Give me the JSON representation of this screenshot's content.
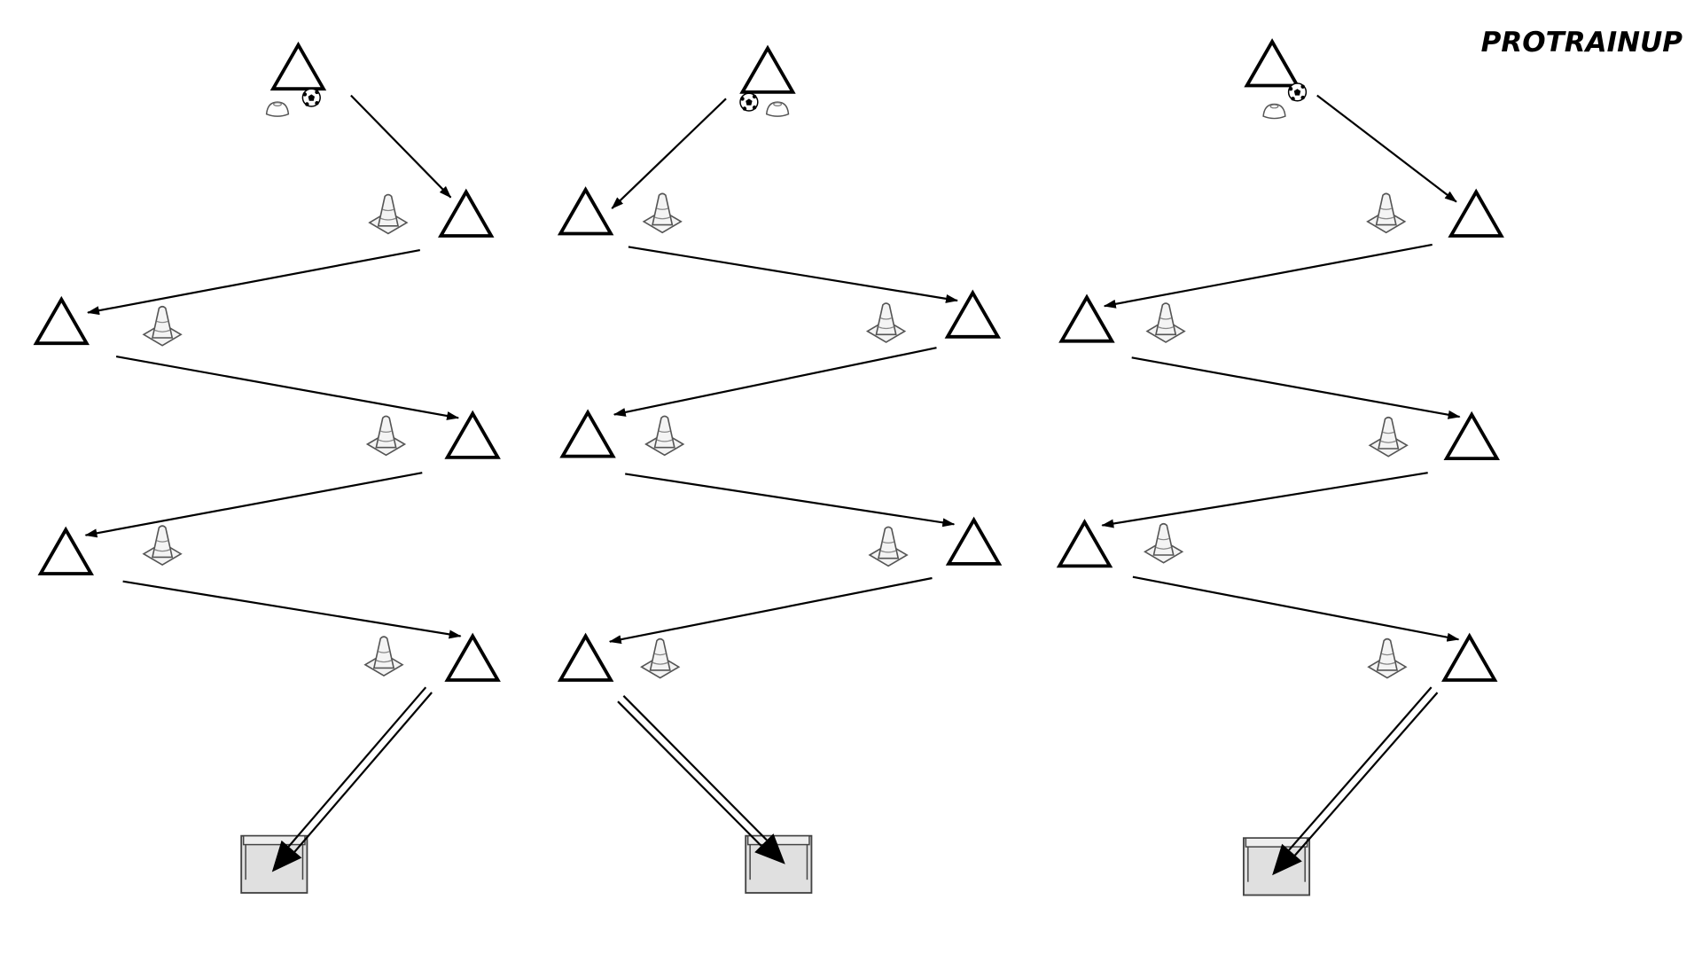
{
  "brand": {
    "logo_text": "PROTRAINUP"
  },
  "colors": {
    "stroke": "#000000",
    "cone_fill": "#f4f4f4",
    "cone_stroke": "#555555",
    "goal_fill": "#e0e0e0",
    "goal_stroke": "#444444",
    "background": "#ffffff"
  },
  "legend_icons": {
    "player": "triangle-player-icon",
    "cone": "training-cone-icon",
    "marker": "disc-marker-icon",
    "ball": "soccer-ball-icon",
    "goal": "mini-goal-icon",
    "dribble": "single-arrow",
    "shot": "double-arrow-shot"
  }
}
